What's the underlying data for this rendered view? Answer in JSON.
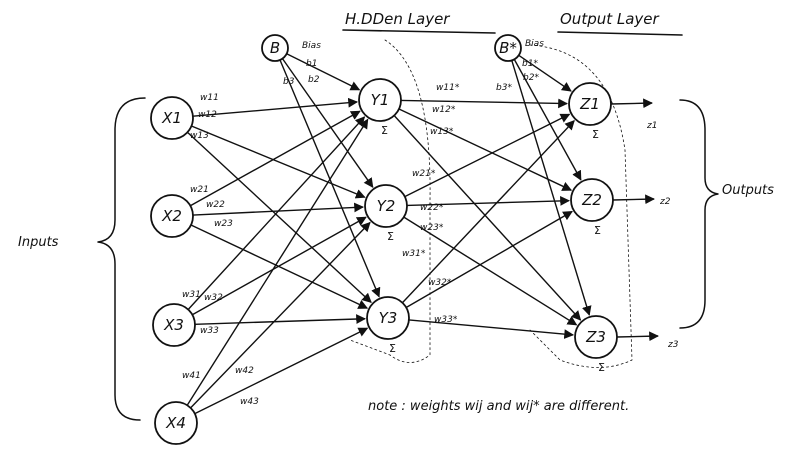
{
  "titles": {
    "hidden": "H.DDen Layer",
    "output": "Output Layer"
  },
  "side_labels": {
    "inputs": "Inputs",
    "outputs": "Outputs"
  },
  "note": "note : weights wij and wij* are different.",
  "sum_symbol": "Σ",
  "bias": {
    "hidden_node": "B",
    "hidden_label": "Bias",
    "hidden_weights": [
      "b1",
      "b2",
      "b3"
    ],
    "output_node": "B*",
    "output_label": "Bias",
    "output_weights": [
      "b1*",
      "b2*",
      "b3*"
    ]
  },
  "inputs": [
    "X1",
    "X2",
    "X3",
    "X4"
  ],
  "hidden": [
    "Y1",
    "Y2",
    "Y3"
  ],
  "outputs": [
    "Z1",
    "Z2",
    "Z3"
  ],
  "output_terminals": [
    "z1",
    "z2",
    "z3"
  ],
  "input_weights": [
    [
      "w11",
      "w12",
      "w13"
    ],
    [
      "w21",
      "w22",
      "w23"
    ],
    [
      "w31",
      "w32",
      "w33"
    ],
    [
      "w41",
      "w42",
      "w43"
    ]
  ],
  "hidden_weights": [
    [
      "w11*",
      "w12*",
      "w13*"
    ],
    [
      "w21*",
      "w22*",
      "w23*"
    ],
    [
      "w31*",
      "w32*",
      "w33*"
    ]
  ]
}
